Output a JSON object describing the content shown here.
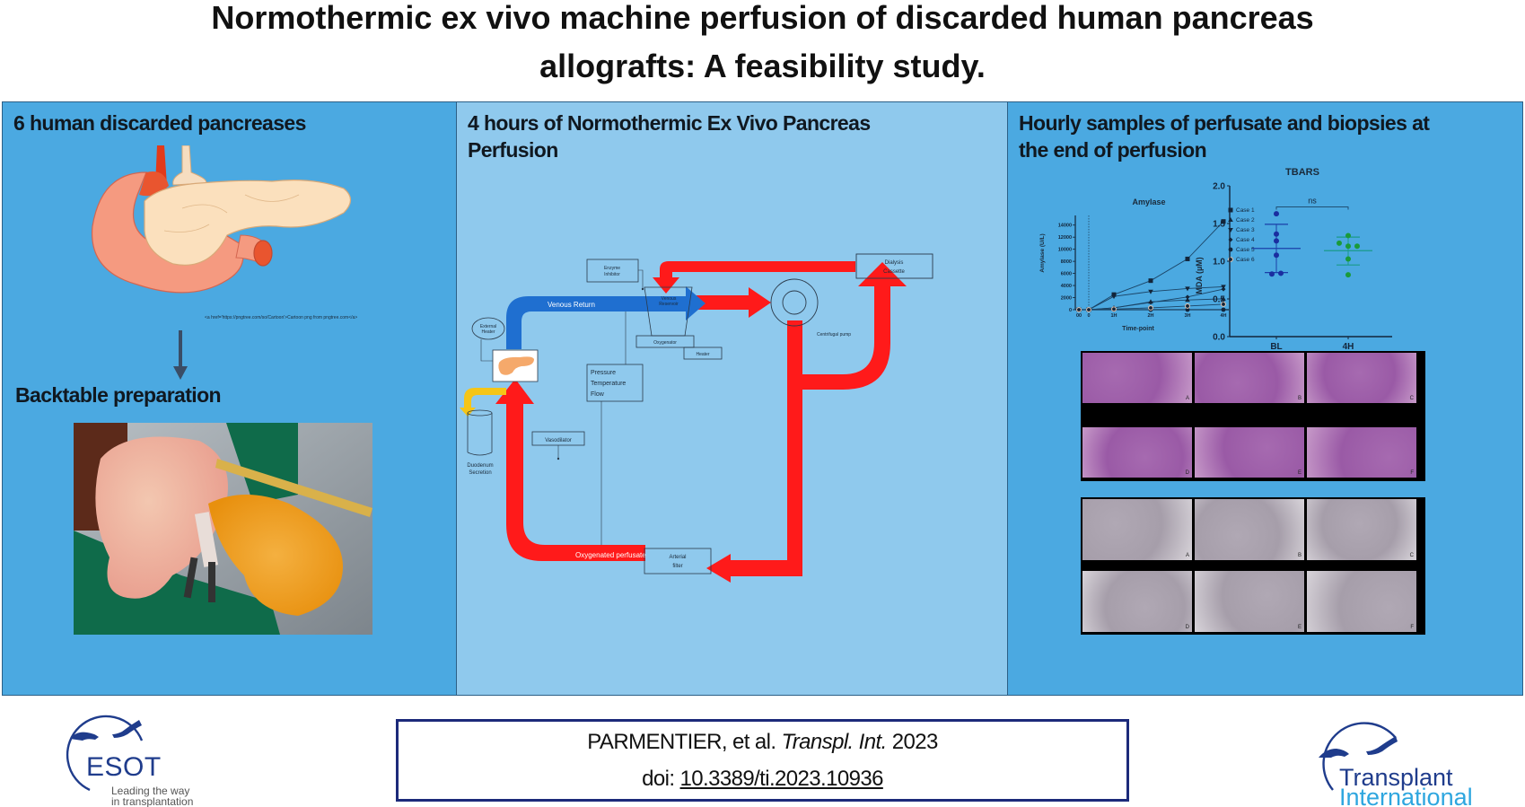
{
  "title": {
    "line1": "Normothermic ex vivo machine perfusion of discarded human pancreas",
    "line2": "allografts: A feasibility study."
  },
  "colors": {
    "panel_dark_blue": "#4ba9e1",
    "panel_light_blue": "#8fc9ed",
    "arterial_red": "#ff1a1a",
    "venous_blue": "#1f6fd0",
    "secretion_yellow": "#f5c518",
    "logo_navy": "#1f3c8c",
    "logo_cyan": "#2ea6df"
  },
  "panel1": {
    "heading": "6 human discarded pancreases",
    "image_credit": "<a href='https://pngtree.com/so/Cartoon'>Cartoon png from pngtree.com</a>",
    "arrow_icon": "arrow-down",
    "step2_heading": "Backtable preparation",
    "photo_alt": "Backtable preparation photograph of pancreas graft"
  },
  "panel2": {
    "heading_line1": "4 hours of Normothermic Ex Vivo Pancreas",
    "heading_line2": "Perfusion",
    "diagram": {
      "external_heater": [
        "External",
        "Heater"
      ],
      "enzyme_inhibitor": [
        "Enzyme",
        "Inhibitor"
      ],
      "venous_reservoir": [
        "Venous",
        "Reservoir"
      ],
      "oxygenator": "Oxygenator",
      "heater": "Heater",
      "dialysis_cassette": [
        "Dialysis",
        "Cassette"
      ],
      "centrifugal_pump": "Centrifugal pump",
      "venous_return": "Venous Return",
      "pressure_box": [
        "Pressure",
        "Temperature",
        "Flow"
      ],
      "vasodilator": "Vasodilator",
      "oxygenated_perfusate": "Oxygenated perfusate",
      "arterial_filter": [
        "Arterial",
        "filter"
      ],
      "duodenum_secretion": [
        "Duodenum",
        "Secretion"
      ]
    }
  },
  "panel3": {
    "heading_line1": "Hourly samples of perfusate and biopsies at",
    "heading_line2": "the end of perfusion",
    "he_panel_letters": [
      "A",
      "B",
      "C",
      "D",
      "E",
      "F"
    ],
    "ihc_panel_letters": [
      "A",
      "B",
      "C",
      "D",
      "E",
      "F"
    ]
  },
  "chart_data": [
    {
      "type": "line",
      "title": "Amylase",
      "xlabel": "Time-point",
      "ylabel": "Amylase (U/L)",
      "categories": [
        "00",
        "0",
        "1H",
        "2H",
        "3H",
        "4H"
      ],
      "yticks": [
        0,
        2000,
        4000,
        6000,
        8000,
        10000,
        12000,
        14000
      ],
      "ylim": [
        0,
        15000
      ],
      "legend_position": "right",
      "reference_line_at": "0",
      "series": [
        {
          "name": "Case 1",
          "marker": "square",
          "values": [
            0,
            0,
            2500,
            4800,
            8400,
            14600
          ]
        },
        {
          "name": "Case 2",
          "marker": "triangle",
          "values": [
            0,
            0,
            300,
            1300,
            1600,
            1800
          ]
        },
        {
          "name": "Case 3",
          "marker": "inverted-triangle",
          "values": [
            0,
            0,
            2200,
            3000,
            3500,
            3800
          ]
        },
        {
          "name": "Case 4",
          "marker": "diamond",
          "values": [
            0,
            0,
            300,
            1200,
            2100,
            3400
          ]
        },
        {
          "name": "Case 5",
          "marker": "circle",
          "values": [
            0,
            0,
            0,
            0,
            0,
            0
          ]
        },
        {
          "name": "Case 6",
          "marker": "open-circle",
          "values": [
            0,
            0,
            100,
            300,
            600,
            900
          ]
        }
      ]
    },
    {
      "type": "scatter",
      "title": "TBARS",
      "xlabel": "",
      "ylabel": "MDA (µM)",
      "categories": [
        "BL",
        "4H"
      ],
      "yticks": [
        0.0,
        0.5,
        1.0,
        1.5,
        2.0
      ],
      "ylim": [
        0,
        2.0
      ],
      "significance": "ns",
      "series": [
        {
          "name": "BL",
          "color": "#1a2ea0",
          "values": [
            1.63,
            1.36,
            1.27,
            1.08,
            0.83,
            0.84
          ],
          "mean": 1.17,
          "sd_low": 0.85,
          "sd_high": 1.49
        },
        {
          "name": "4H",
          "color": "#1a9a3a",
          "values": [
            1.34,
            1.24,
            1.2,
            1.2,
            1.03,
            0.82
          ],
          "mean": 1.14,
          "sd_low": 0.95,
          "sd_high": 1.32
        }
      ]
    }
  ],
  "footer": {
    "esot_logo": {
      "name": "ESOT",
      "tagline_line1": "Leading the way",
      "tagline_line2": "in transplantation"
    },
    "citation": {
      "authors": "PARMENTIER, et al. ",
      "journal": "Transpl. Int.",
      "year": " 2023",
      "doi_prefix": "doi: ",
      "doi": "10.3389/ti.2023.10936"
    },
    "ti_logo": {
      "line1": "Transplant",
      "line2": "International"
    }
  }
}
